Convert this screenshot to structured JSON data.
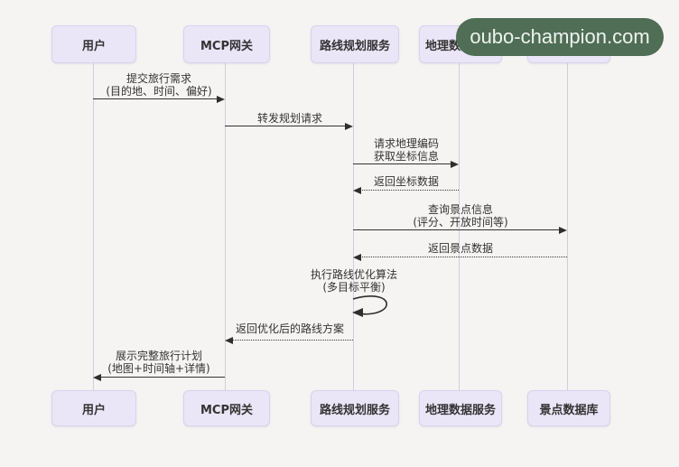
{
  "diagram_type": "sequence-diagram",
  "watermark": {
    "text": "oubo-champion.com",
    "bg_color": "#4f6e55",
    "text_color": "#eef3ee"
  },
  "colors": {
    "actor_box_fill": "#ebe6f7",
    "actor_box_border": "#d9d2ec",
    "lifeline": "#d2ccdd",
    "arrow": "#333333",
    "background": "#f6f4f2"
  },
  "participants": [
    {
      "id": "user",
      "name": "用户"
    },
    {
      "id": "mcp-gateway",
      "name": "MCP网关"
    },
    {
      "id": "route-planning-service",
      "name": "路线规划服务"
    },
    {
      "id": "geo-data-service",
      "name": "地理数据服务"
    },
    {
      "id": "poi-database",
      "name": "景点数据库"
    }
  ],
  "messages": [
    {
      "from": "用户",
      "to": "MCP网关",
      "style": "solid",
      "direction": "right",
      "line1": "提交旅行需求",
      "line2": "(目的地、时间、偏好)"
    },
    {
      "from": "MCP网关",
      "to": "路线规划服务",
      "style": "solid",
      "direction": "right",
      "line1": "转发规划请求",
      "line2": ""
    },
    {
      "from": "路线规划服务",
      "to": "地理数据服务",
      "style": "solid",
      "direction": "right",
      "line1": "请求地理编码",
      "line2": "获取坐标信息"
    },
    {
      "from": "地理数据服务",
      "to": "路线规划服务",
      "style": "dashed",
      "direction": "left",
      "line1": "返回坐标数据",
      "line2": ""
    },
    {
      "from": "路线规划服务",
      "to": "景点数据库",
      "style": "solid",
      "direction": "right",
      "line1": "查询景点信息",
      "line2": "(评分、开放时间等)"
    },
    {
      "from": "景点数据库",
      "to": "路线规划服务",
      "style": "dashed",
      "direction": "left",
      "line1": "返回景点数据",
      "line2": ""
    },
    {
      "from": "路线规划服务",
      "to": "路线规划服务",
      "style": "self-loop",
      "direction": "self",
      "line1": "执行路线优化算法",
      "line2": "(多目标平衡)"
    },
    {
      "from": "路线规划服务",
      "to": "MCP网关",
      "style": "dashed",
      "direction": "left",
      "line1": "返回优化后的路线方案",
      "line2": ""
    },
    {
      "from": "MCP网关",
      "to": "用户",
      "style": "solid",
      "direction": "left",
      "line1": "展示完整旅行计划",
      "line2": "(地图+时间轴+详情)"
    }
  ]
}
